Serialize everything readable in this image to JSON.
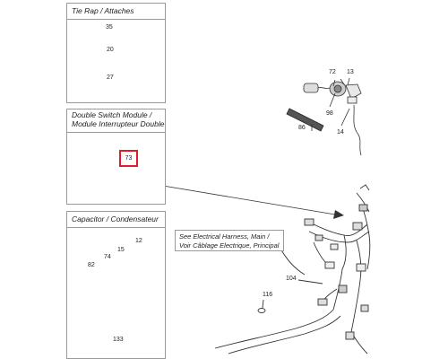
{
  "panels": {
    "tie_rap": {
      "title": "Tie Rap / Attaches",
      "parts": [
        "35",
        "20",
        "27"
      ]
    },
    "double_switch": {
      "title_line1": "Double Switch Module /",
      "title_line2": "Module Interrupteur Double",
      "highlighted_part": "73"
    },
    "capacitor": {
      "title": "Capacitor / Condensateur",
      "parts": [
        "12",
        "15",
        "74",
        "82",
        "133"
      ]
    }
  },
  "note": {
    "line1": "See Electrical Harness, Main /",
    "line2": "Voir Câblage Electrique, Principal"
  },
  "main_callouts": {
    "c72": "72",
    "c13": "13",
    "c98": "98",
    "c86": "86",
    "c14": "14",
    "c104": "104",
    "c116": "116"
  },
  "colors": {
    "highlight": "#e31b23",
    "line": "#333333",
    "panel_border": "#9a9a9a"
  }
}
